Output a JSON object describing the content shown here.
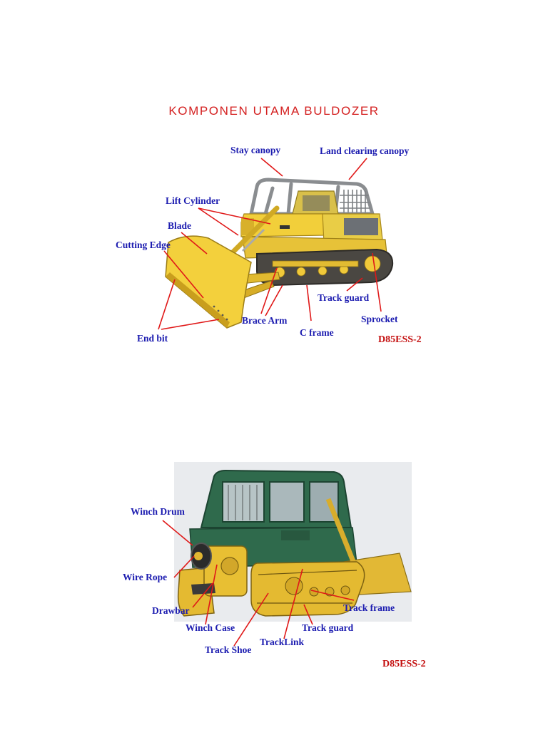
{
  "title": "KOMPONEN UTAMA BULDOZER",
  "colors": {
    "title": "#d42020",
    "label": "#1c1cb0",
    "leader": "#e01818",
    "model": "#c41010",
    "dozer_yellow": "#f2cf3a",
    "dozer_shade": "#c9a21f",
    "cab_green": "#2f6a4c",
    "track": "#3a3a3a",
    "photo_bg": "#e9ebee"
  },
  "diagram1": {
    "model": "D85ESS-2",
    "labels": {
      "stay_canopy": "Stay canopy",
      "land_clearing_canopy": "Land clearing canopy",
      "lift_cylinder": "Lift Cylinder",
      "blade": "Blade",
      "cutting_edge": "Cutting Edge",
      "track_guard": "Track guard",
      "sprocket": "Sprocket",
      "brace_arm": "Brace Arm",
      "c_frame": "C frame",
      "end_bit": "End bit"
    }
  },
  "diagram2": {
    "model": "D85ESS-2",
    "labels": {
      "winch_drum": "Winch Drum",
      "wire_rope": "Wire Rope",
      "drawbar": "Drawbar",
      "winch_case": "Winch Case",
      "track_shoe": "Track Shoe",
      "tracklink": "TrackLink",
      "track_guard": "Track guard",
      "track_frame": "Track frame"
    }
  }
}
